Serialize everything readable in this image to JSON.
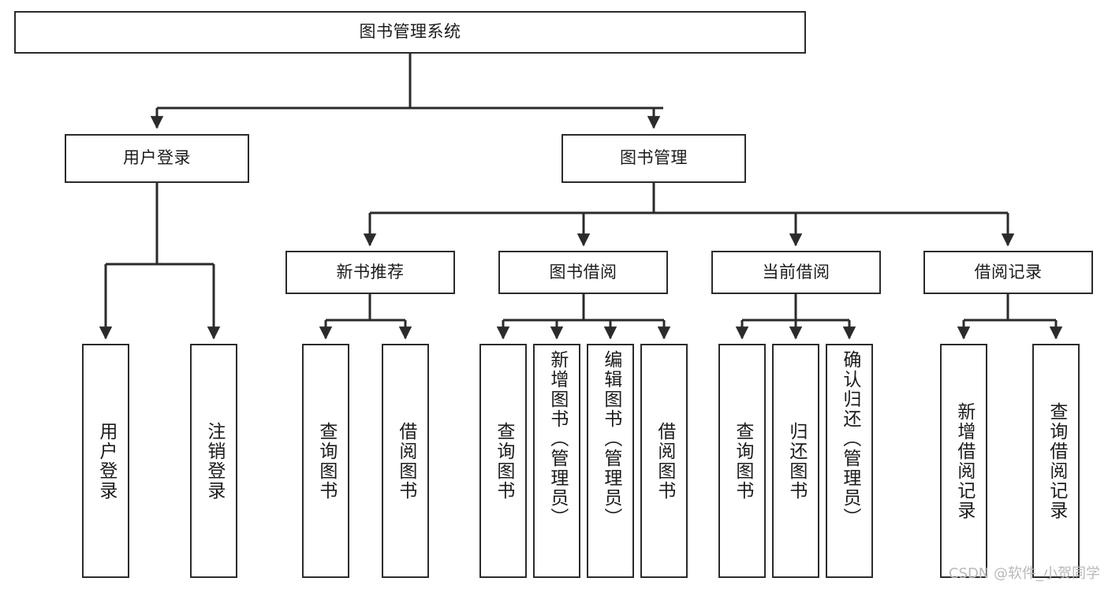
{
  "diagram": {
    "title": "图书管理系统",
    "watermark": "CSDN @软件_小贺同学",
    "line_color": "#2b2b2b",
    "box_fill": "#ffffff",
    "text_color": "#1b1b1b",
    "nodes": {
      "root": "图书管理系统",
      "user_login": "用户登录",
      "book_manage": "图书管理",
      "new_book_rec": "新书推荐",
      "book_borrow": "图书借阅",
      "current_borrow": "当前借阅",
      "borrow_record": "借阅记录",
      "leaf_user_login": "用户登录",
      "leaf_logout": "注销登录",
      "leaf_query_book_1": "查询图书",
      "leaf_borrow_book_1": "借阅图书",
      "leaf_query_book_2": "查询图书",
      "leaf_add_book": "新增图书（管理员）",
      "leaf_edit_book": "编辑图书（管理员）",
      "leaf_borrow_book_2": "借阅图书",
      "leaf_query_book_3": "查询图书",
      "leaf_return_book": "归还图书",
      "leaf_confirm_return": "确认归还（管理员）",
      "leaf_add_record": "新增借阅记录",
      "leaf_query_record": "查询借阅记录"
    }
  }
}
